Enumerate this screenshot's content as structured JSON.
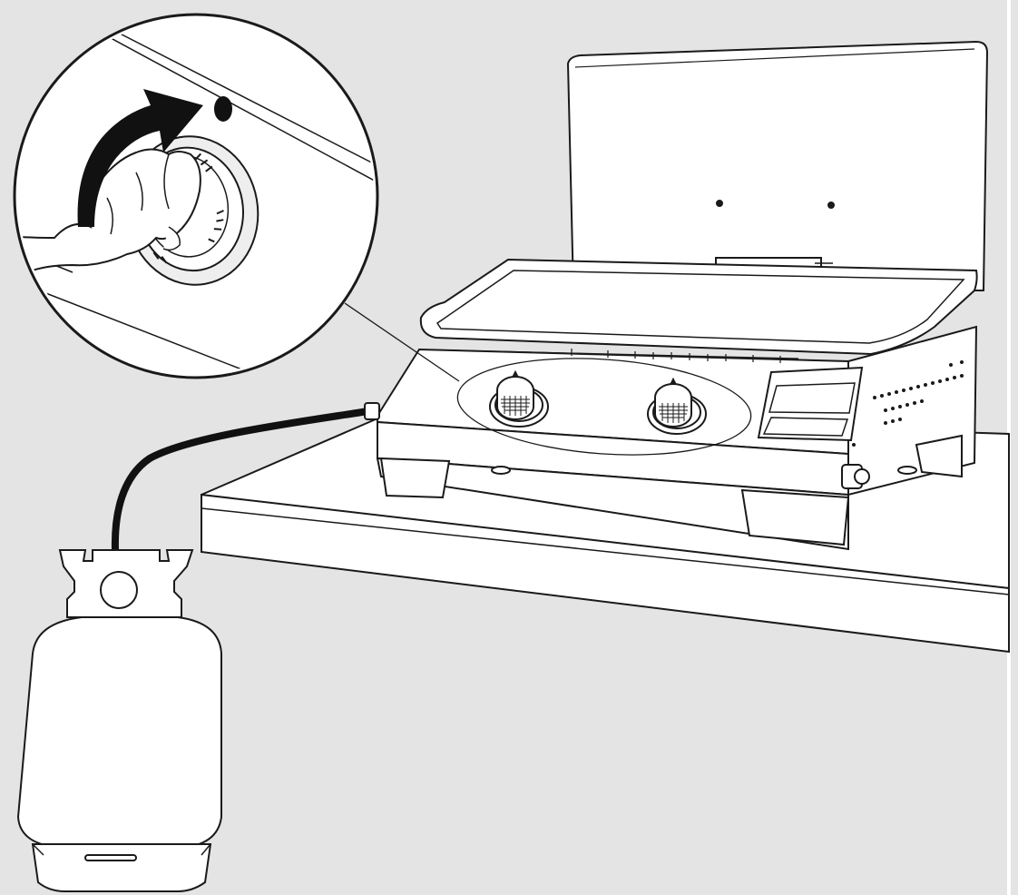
{
  "illustration": {
    "subject": "portable-gas-griddle-ignition",
    "colors": {
      "background": "#e4e4e4",
      "line": "#1a1a1a",
      "fill": "#ffffff",
      "hose": "#111111",
      "counter_top": "#ffffff",
      "callout_ring": "#ffffff"
    },
    "parts": {
      "callout": "zoomed-knob-turn-callout",
      "arrow": "rotate-knob-arrow",
      "griddle": "tabletop-gas-griddle",
      "knobs": [
        "left-burner-knob",
        "right-burner-knob"
      ],
      "hose": "gas-supply-hose",
      "tank": "propane-tank"
    }
  }
}
